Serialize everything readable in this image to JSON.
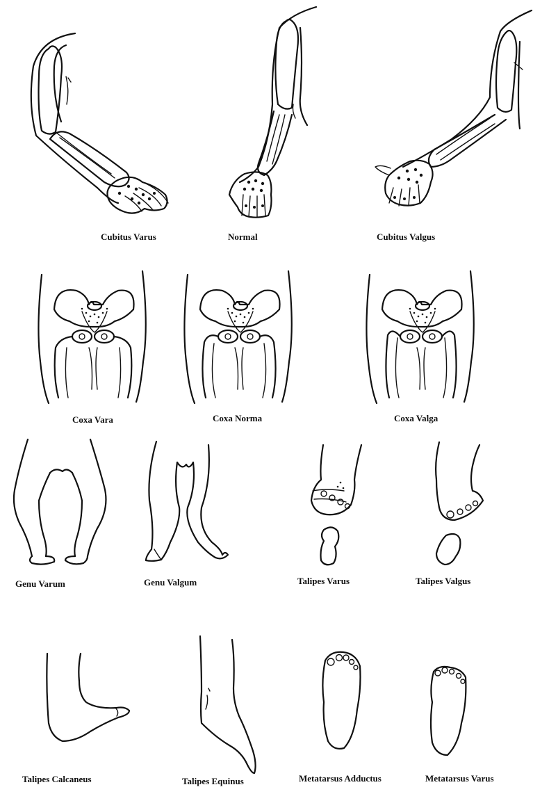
{
  "labels": {
    "cubitus_varus": "Cubitus Varus",
    "normal": "Normal",
    "cubitus_valgus": "Cubitus Valgus",
    "coxa_vara": "Coxa Vara",
    "coxa_norma": "Coxa Norma",
    "coxa_valga": "Coxa Valga",
    "genu_varum": "Genu Varum",
    "genu_valgum": "Genu Valgum",
    "talipes_varus": "Talipes Varus",
    "talipes_valgus": "Talipes Valgus",
    "talipes_calcaneus": "Talipes Calcaneus",
    "talipes_equinus": "Talipes Equinus",
    "metatarsus_adductus": "Metatarsus Adductus",
    "metatarsus_varus": "Metatarsus Varus"
  },
  "colors": {
    "line": "#111111",
    "background": "#ffffff"
  }
}
